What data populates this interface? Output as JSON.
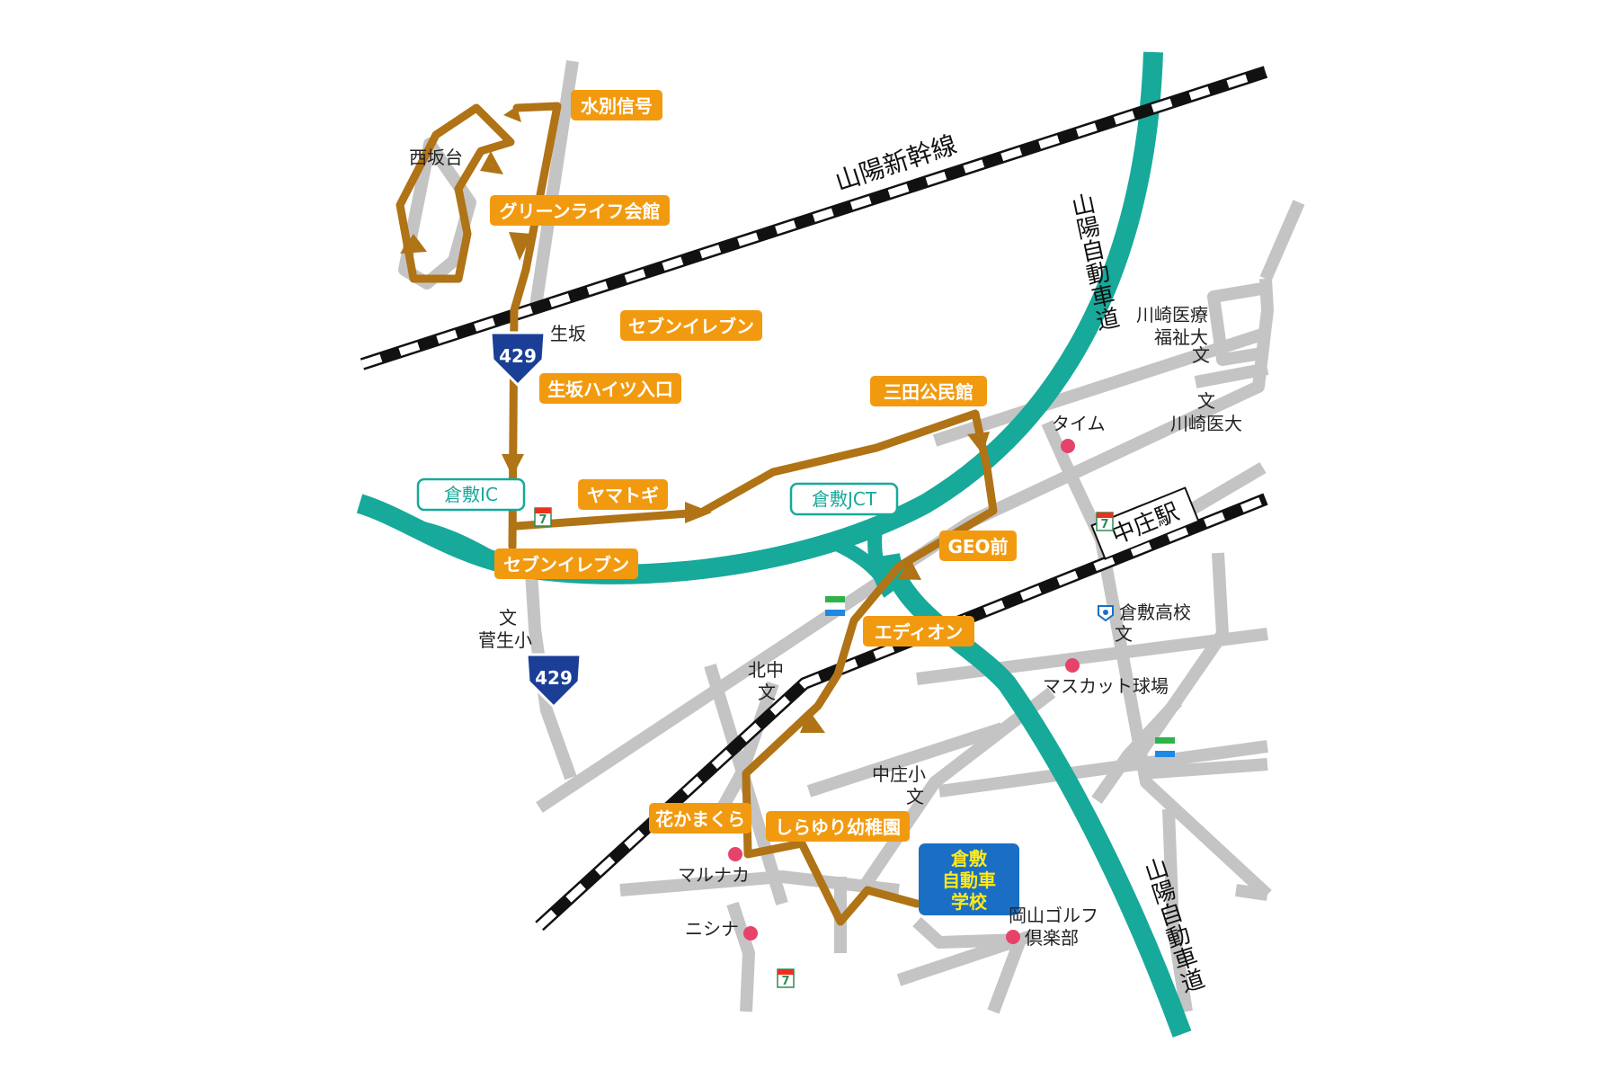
{
  "map": {
    "railways": {
      "shinkansen": "山陽新幹線"
    },
    "expressway": {
      "north_label": "山陽自動車道",
      "south_label": "山陽自動車道"
    },
    "interchanges": {
      "ic": "倉敷IC",
      "jct": "倉敷JCT"
    },
    "route_sign": {
      "number": "429"
    },
    "station": {
      "name": "中庄駅"
    },
    "stops": {
      "mizuwake": "水別信号",
      "green_life": "グリーンライフ会館",
      "seven_north": "セブンイレブン",
      "ikusaka_heights": "生坂ハイツ入口",
      "mita": "三田公民館",
      "yamatogi": "ヤマトギ",
      "seven_south": "セブンイレブン",
      "geo": "GEO前",
      "edion": "エディオン",
      "hanakamakura": "花かまくら",
      "shirayuri": "しらゆり幼稚園"
    },
    "school": {
      "line1": "倉敷",
      "line2": "自動車",
      "line3": "学校"
    },
    "places": {
      "nishisakadai": "西坂台",
      "ikusaka": "生坂",
      "kawasaki_iryo_1": "川崎医療",
      "kawasaki_iryo_2": "福祉大",
      "kawasaki_iryo_mark": "文",
      "kawasaki_idai_mark": "文",
      "kawasaki_idai": "川崎医大",
      "time": "タイム",
      "sugo_mark": "文",
      "sugo": "菅生小",
      "kitanaka_1": "北中",
      "kitanaka_mark": "文",
      "kurashiki_high": "倉敷高校",
      "kurashiki_high_mark": "文",
      "muscat": "マスカット球場",
      "nakasho_elem": "中庄小",
      "nakasho_mark": "文",
      "marunaka": "マルナカ",
      "nishina": "ニシナ",
      "golf_1": "岡山ゴルフ",
      "golf_2": "倶楽部"
    },
    "icons": {
      "seven_eleven": "seven-eleven-icon",
      "familymart": "familymart-icon",
      "school_mark": "school-emblem-icon"
    },
    "colors": {
      "expressway": "#17a99a",
      "route": "#b07315",
      "stop_label": "#f29a0f",
      "school_box": "#1a6fc4",
      "school_text": "#ffe81a",
      "poi": "#e6436b",
      "road": "#c4c4c4"
    }
  }
}
